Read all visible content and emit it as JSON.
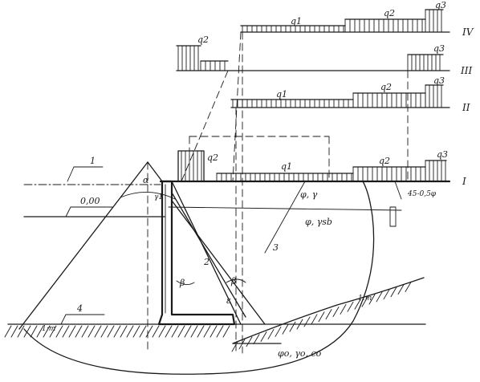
{
  "labels": {
    "scheme_1": "1",
    "scheme_4": "4",
    "elevation": "0,00",
    "alpha": "α",
    "gamma1": "γ1",
    "beta1": "β",
    "beta2": "β",
    "eps1": "ε",
    "curve_2": "2",
    "curve_3": "3",
    "q1_main": "q1",
    "q2_main": "q2",
    "q3_main": "q3",
    "q_side": "q2",
    "q_side_lower": "q2",
    "q1_r2": "q1",
    "q2_r2": "q2",
    "q3_r2": "q3",
    "q3_r3": "q3",
    "q1_r4": "q1",
    "q2_r4": "q2",
    "q3_r4": "q3",
    "soil_upper": "φ, γ",
    "soil_mid": "φ, γsb",
    "soil_base": "φo, γo, co",
    "angle": "45-0,5φ",
    "slope": "1:m",
    "slope_base": "1:m",
    "case_I": "I",
    "case_II": "II",
    "case_III": "III",
    "case_IV": "IV"
  }
}
